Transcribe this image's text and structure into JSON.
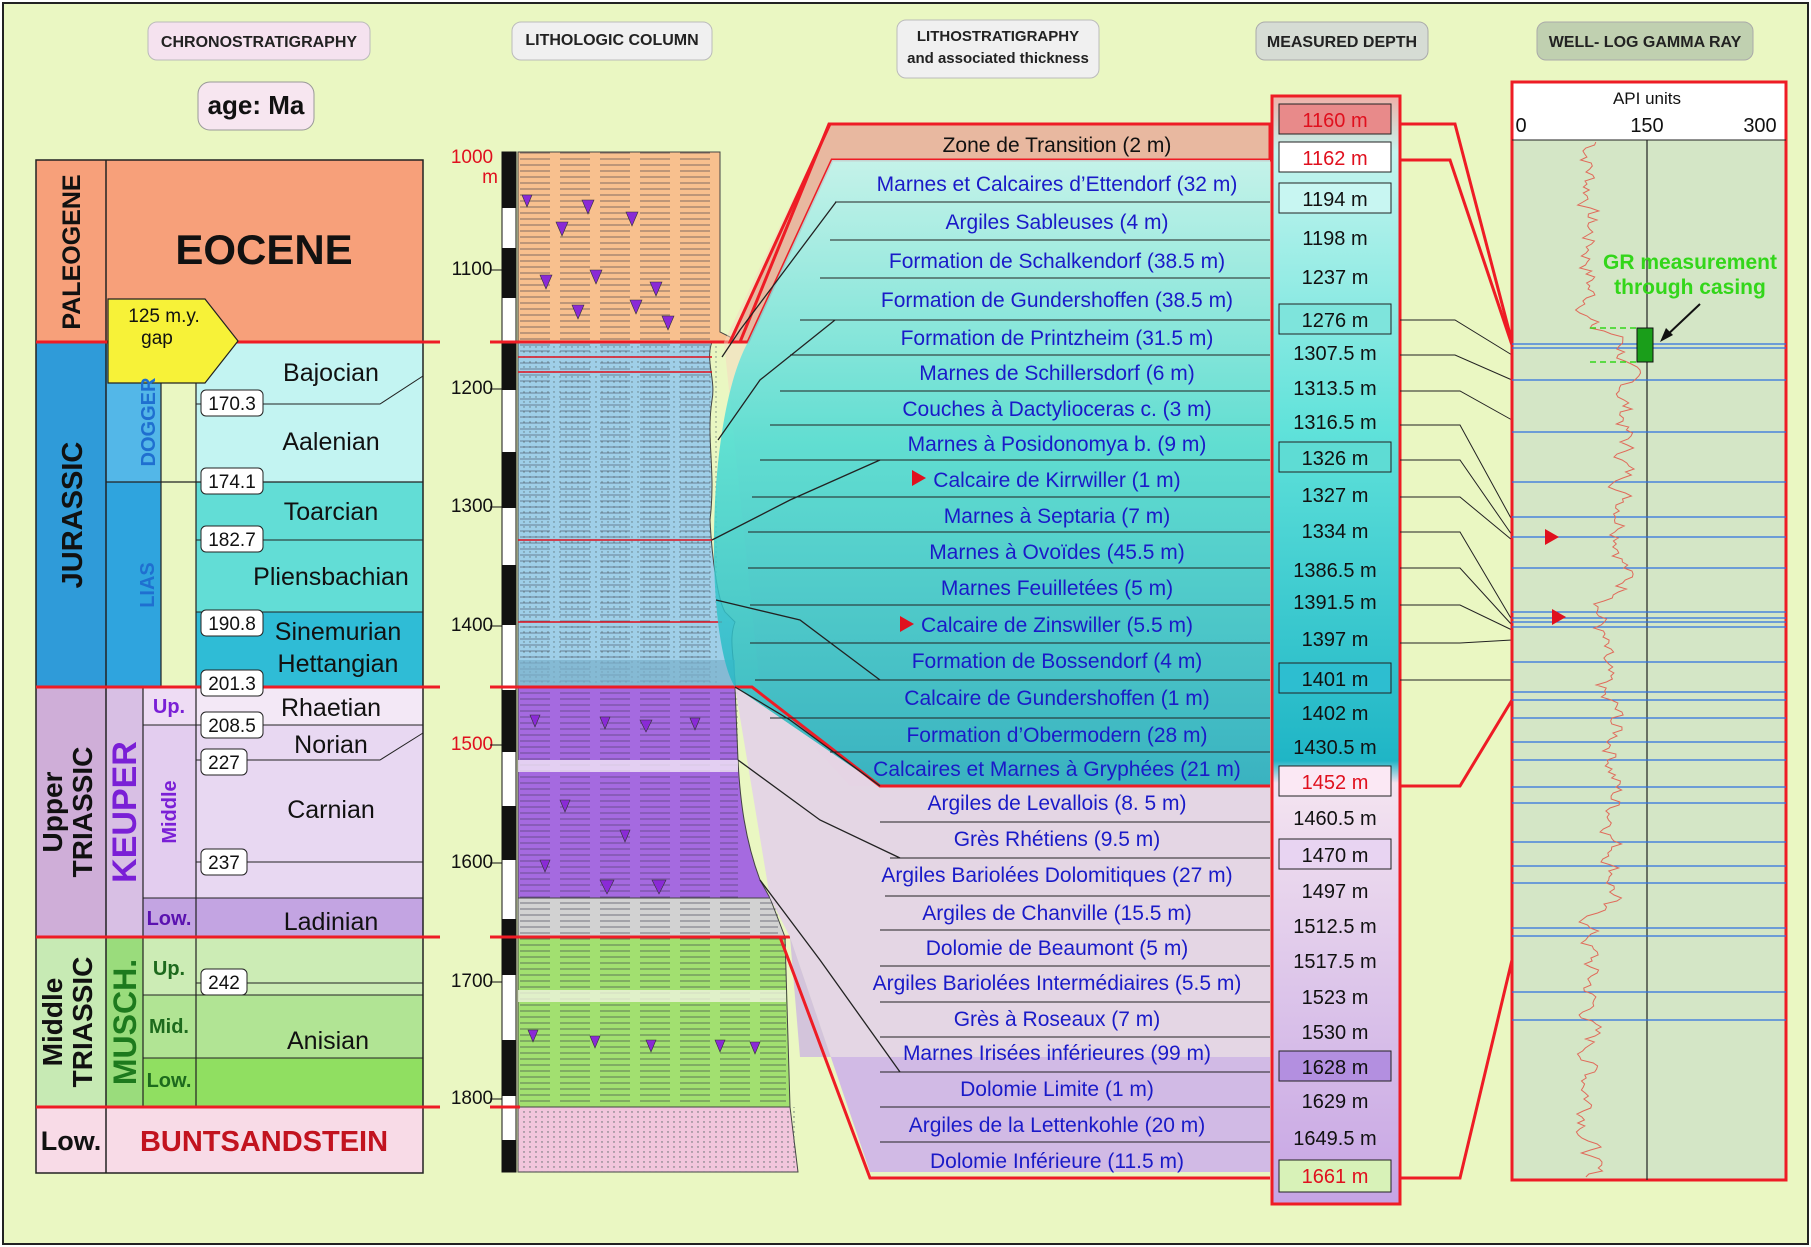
{
  "headers": {
    "chrono": "CHRONOSTRATIGRAPHY",
    "litho_col": "LITHOLOGIC COLUMN",
    "lithostrat_l1": "LITHOSTRATIGRAPHY",
    "lithostrat_l2": "and associated thickness",
    "depth": "MEASURED DEPTH",
    "gamma": "WELL- LOG GAMMA RAY"
  },
  "age_label": "age: Ma",
  "systems": {
    "paleogene": "PALEOGENE",
    "jurassic": "JURASSIC",
    "upper_triassic_1": "Upper",
    "upper_triassic_2": "TRIASSIC",
    "middle_triassic_1": "Middle",
    "middle_triassic_2": "TRIASSIC",
    "low": "Low."
  },
  "series": {
    "eocene": "EOCENE",
    "dogger": "DOGGER",
    "lias": "LIAS",
    "keuper": "KEUPER",
    "musch": "MUSCH.",
    "buntsandstein": "BUNTSANDSTEIN"
  },
  "gap": {
    "line1": "125 m.y.",
    "line2": "gap"
  },
  "subseries": {
    "up": "Up.",
    "middle": "Middle",
    "low": "Low.",
    "musch_up": "Up.",
    "musch_mid": "Mid.",
    "musch_low": "Low."
  },
  "stages": [
    "Bajocian",
    "Aalenian",
    "Toarcian",
    "Pliensbachian",
    "Sinemurian",
    "Hettangian",
    "Rhaetian",
    "Norian",
    "Carnian",
    "Ladinian",
    "Anisian"
  ],
  "ages": [
    "170.3",
    "174.1",
    "182.7",
    "190.8",
    "201.3",
    "208.5",
    "227",
    "237",
    "242"
  ],
  "depth_scale": {
    "ticks": [
      "1000",
      "1100",
      "1200",
      "1300",
      "1400",
      "1500",
      "1600",
      "1700",
      "1800"
    ],
    "unit": "m"
  },
  "formations": [
    "Zone de Transition (2 m)",
    "Marnes et Calcaires d’Ettendorf (32 m)",
    "Argiles Sableuses (4 m)",
    "Formation de Schalkendorf (38.5 m)",
    "Formation de Gundershoffen (38.5 m)",
    "Formation de Printzheim (31.5 m)",
    "Marnes de Schillersdorf (6 m)",
    "Couches à Dactylioceras c. (3 m)",
    "Marnes à Posidonomya b. (9 m)",
    "Calcaire de Kirrwiller (1 m)",
    "Marnes à Septaria (7 m)",
    "Marnes à Ovoïdes (45.5 m)",
    "Marnes Feuilletées (5 m)",
    "Calcaire de Zinswiller (5.5 m)",
    "Formation de Bossendorf (4 m)",
    "Calcaire de Gundershoffen (1 m)",
    "Formation d’Obermodern (28 m)",
    "Calcaires et Marnes à Gryphées (21 m)",
    "Argiles de Levallois (8. 5 m)",
    "Grès Rhétiens (9.5 m)",
    "Argiles Bariolées Dolomitiques (27 m)",
    "Argiles de Chanville (15.5 m)",
    "Dolomie de Beaumont (5 m)",
    "Argiles Bariolées Intermédiaires (5.5 m)",
    "Grès à Roseaux (7 m)",
    "Marnes Irisées inférieures (99 m)",
    "Dolomie Limite (1 m)",
    "Argiles de la Lettenkohle (20 m)",
    "Dolomie Inférieure (11.5 m)"
  ],
  "depths": [
    "1160 m",
    "1162 m",
    "1194 m",
    "1198 m",
    "1237 m",
    "1276 m",
    "1307.5 m",
    "1313.5 m",
    "1316.5 m",
    "1326 m",
    "1327 m",
    "1334 m",
    "1386.5 m",
    "1391.5 m",
    "1397 m",
    "1401 m",
    "1402 m",
    "1430.5 m",
    "1452 m",
    "1460.5 m",
    "1470 m",
    "1497 m",
    "1512.5 m",
    "1517.5 m",
    "1523 m",
    "1530 m",
    "1628 m",
    "1629 m",
    "1649.5 m",
    "1661 m"
  ],
  "gamma": {
    "unit_label": "API units",
    "ticks": [
      "0",
      "150",
      "300"
    ],
    "annotation_line1": "GR measurement",
    "annotation_line2": "through casing"
  },
  "colors": {
    "background": "#eaf7c2",
    "boundary_red": "#ee1c25",
    "formation_text": "#1a1ac8",
    "depth_red": "#e0101e",
    "gamma_curve": "#e06a5a",
    "gamma_lines": "#2e6fe0",
    "annotation_green": "#33d61a"
  }
}
